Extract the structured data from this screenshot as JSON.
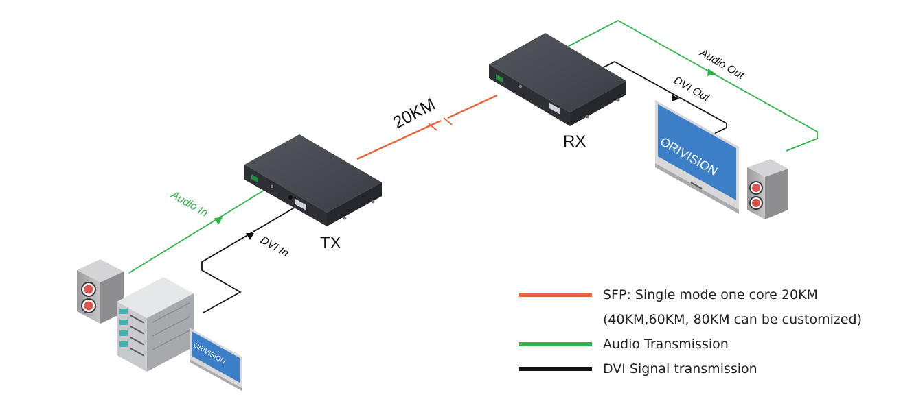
{
  "colors": {
    "fiber": "#e8643c",
    "audio": "#2fb34a",
    "dvi": "#111111",
    "device": "#3a3d44",
    "monitor": "#3d7fc7",
    "speaker": "#b9b9bb"
  },
  "devices": {
    "tx_label": "TX",
    "rx_label": "RX"
  },
  "links": {
    "fiber_distance": "20KM",
    "audio_in": "Audio In",
    "dvi_in": "DVI In",
    "audio_out": "Audio Out",
    "dvi_out": "DVI Out"
  },
  "monitor_brand": "ORIVISION",
  "legend": [
    {
      "text": "SFP: Single mode one core 20KM",
      "color": "#e8643c"
    },
    {
      "text": "(40KM,60KM, 80KM can be customized)",
      "color": ""
    },
    {
      "text": "Audio Transmission",
      "color": "#2fb34a"
    },
    {
      "text": "DVI Signal transmission",
      "color": "#111111"
    }
  ],
  "icons": [
    "tx-extender-icon",
    "rx-extender-icon",
    "server-icon",
    "speaker-icon",
    "monitor-icon"
  ]
}
